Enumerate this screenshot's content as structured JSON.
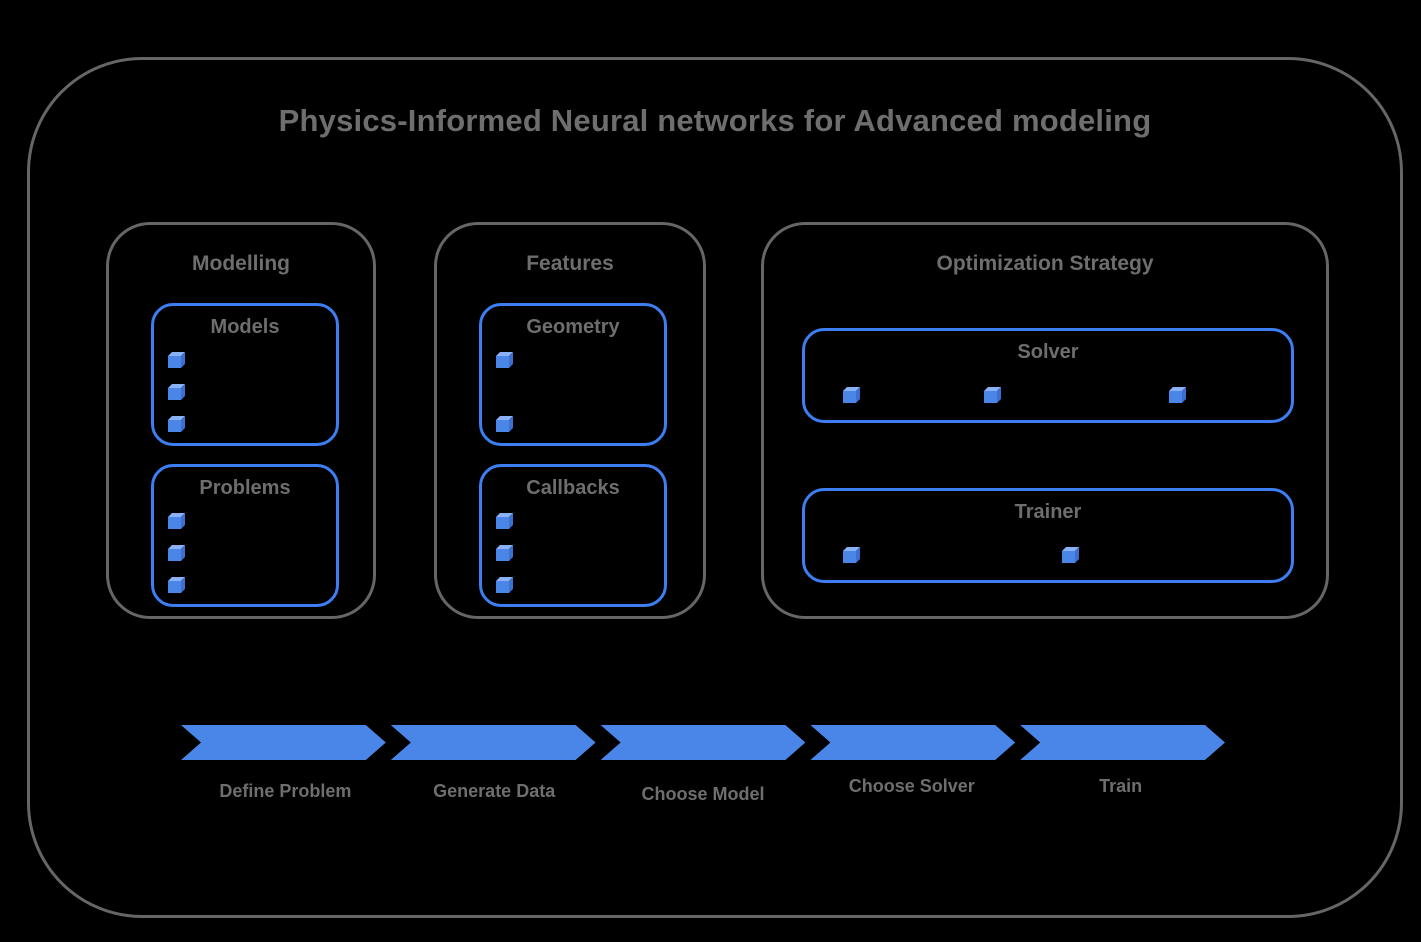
{
  "title": "Physics-Informed Neural networks for Advanced modeling",
  "colors": {
    "background": "#000000",
    "border_gray": "#666666",
    "text_gray": "#6e6e6e",
    "border_blue": "#3d7ef2",
    "accent_blue": "#4a86e8",
    "cube_top": "#8ab1f5",
    "cube_side": "#3c6fcf"
  },
  "groups": [
    {
      "label": "Modelling",
      "boxes": [
        {
          "label": "Models",
          "item_count": 3
        },
        {
          "label": "Problems",
          "item_count": 3
        }
      ]
    },
    {
      "label": "Features",
      "boxes": [
        {
          "label": "Geometry",
          "item_count": 2
        },
        {
          "label": "Callbacks",
          "item_count": 3
        }
      ]
    },
    {
      "label": "Optimization Strategy",
      "boxes": [
        {
          "label": "Solver",
          "item_count": 3
        },
        {
          "label": "Trainer",
          "item_count": 2
        }
      ]
    }
  ],
  "workflow_steps": [
    {
      "label": "Define Problem"
    },
    {
      "label": "Generate Data"
    },
    {
      "label": "Choose Model"
    },
    {
      "label": "Choose Solver"
    },
    {
      "label": "Train"
    }
  ]
}
